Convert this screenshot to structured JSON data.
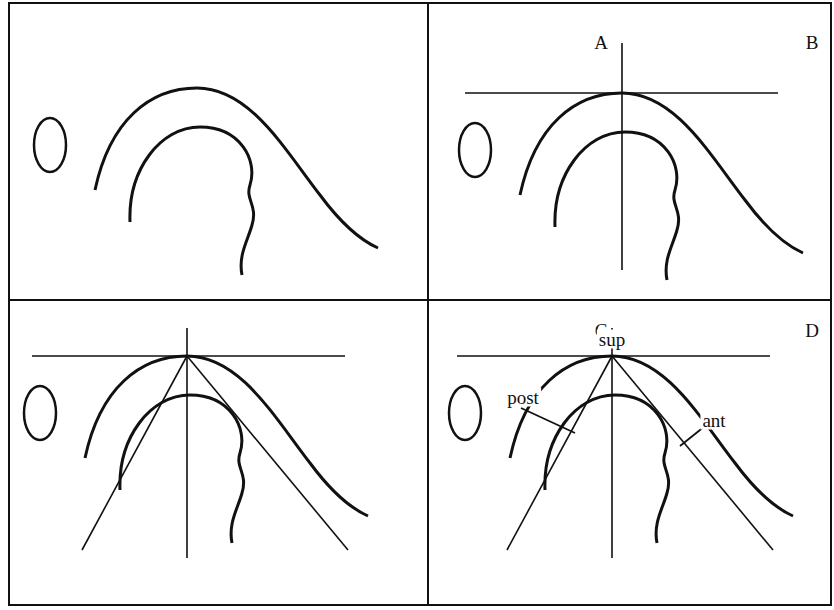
{
  "diagram": {
    "labels": [
      "A",
      "B",
      "C",
      "D",
      "post",
      "sup",
      "ant"
    ]
  }
}
